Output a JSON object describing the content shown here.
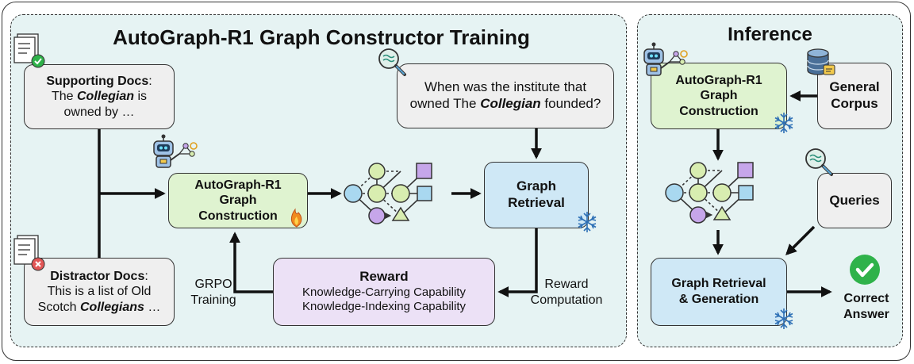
{
  "training": {
    "title": "AutoGraph-R1 Graph Constructor Training",
    "supporting": {
      "heading": "Supporting Docs",
      "colon": ":",
      "l2a": "The ",
      "l2b": "Collegian",
      "l2c": " is",
      "l3": "owned by …"
    },
    "distractor": {
      "heading": "Distractor Docs",
      "colon": ":",
      "l2": "This is a list of Old",
      "l3a": "Scotch ",
      "l3b": "Collegians",
      "l3c": " …"
    },
    "query": {
      "l1": "When was the institute that",
      "l2a": "owned The ",
      "l2b": "Collegian",
      "l2c": " founded?"
    },
    "construction": {
      "l1": "AutoGraph-R1",
      "l2": "Graph",
      "l3": "Construction"
    },
    "retrieval": {
      "l1": "Graph",
      "l2": "Retrieval"
    },
    "reward": {
      "heading": "Reward",
      "l1": "Knowledge-Carrying Capability",
      "l2": "Knowledge-Indexing Capability"
    },
    "grpo": {
      "l1": "GRPO",
      "l2": "Training"
    },
    "reward_comp": {
      "l1": "Reward",
      "l2": "Computation"
    }
  },
  "inference": {
    "title": "Inference",
    "construction": {
      "l1": "AutoGraph-R1",
      "l2": "Graph",
      "l3": "Construction"
    },
    "corpus": {
      "l1": "General",
      "l2": "Corpus"
    },
    "queries": {
      "l1": "Queries"
    },
    "retgen": {
      "l1": "Graph Retrieval",
      "l2": "& Generation"
    },
    "answer": {
      "l1": "Correct",
      "l2": "Answer"
    }
  },
  "colors": {
    "panel": "#e6f3f3",
    "gray_box": "#efefef",
    "green_box": "#dff3d0",
    "blue_box": "#cfe8f6",
    "purple_box": "#ece1f6",
    "node_blue": "#a9d8f0",
    "node_green": "#d8edb0",
    "node_purple": "#c6a6ea",
    "check_green": "#2fb24a",
    "fire": "#f08a1e"
  },
  "icons": [
    "document-check-icon",
    "document-x-icon",
    "robot-icon",
    "search-document-icon",
    "snowflake-icon",
    "fire-icon",
    "database-icon",
    "graph-icon",
    "checkmark-icon"
  ]
}
